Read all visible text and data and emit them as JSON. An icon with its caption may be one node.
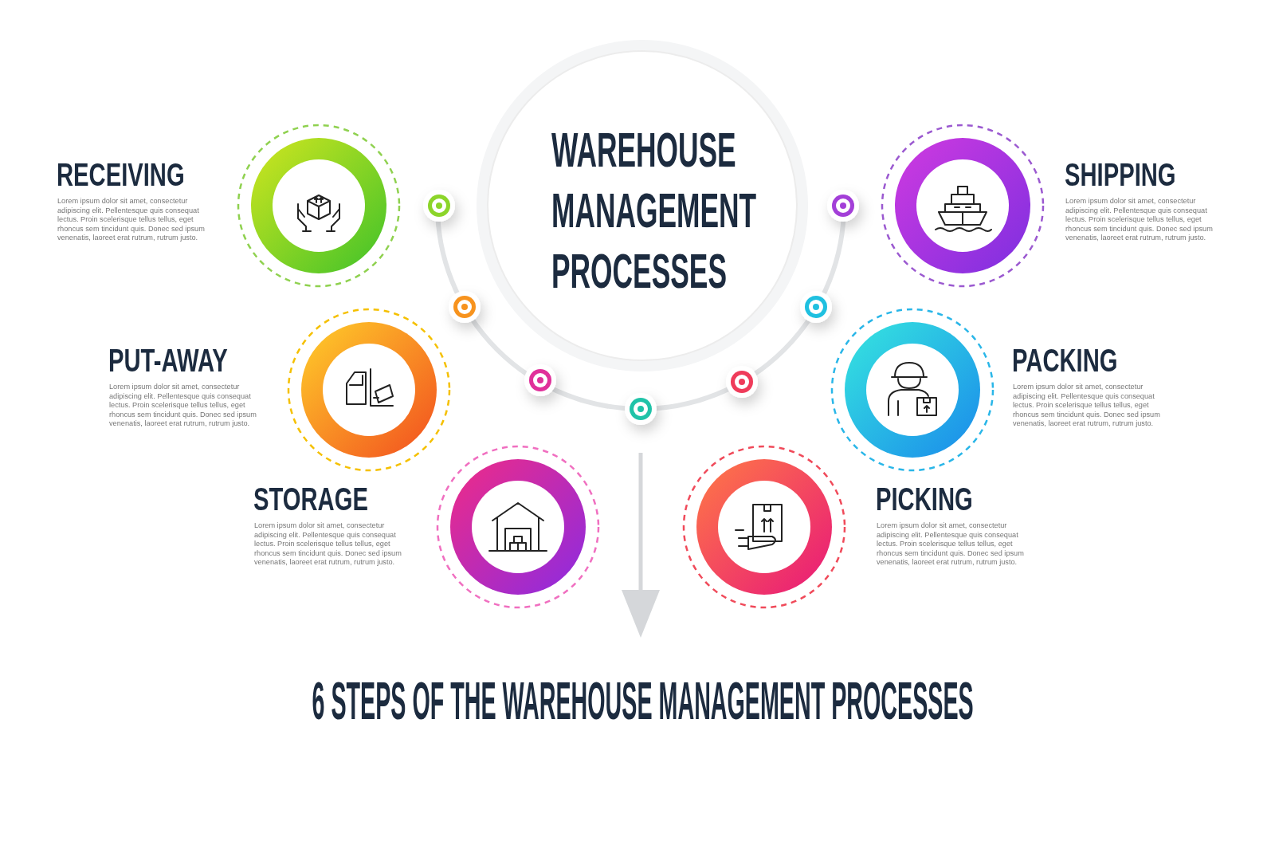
{
  "diagram": {
    "title": "6 STEPS OF THE WAREHOUSE MANAGEMENT PROCESSES",
    "nodes": [
      {
        "text": [
          "WAREHOUSE MANAGEMENT PROCESSES"
        ]
      },
      {
        "text": [
          "RECEIVING",
          "Lorem ipsum dolor sit amet, consectetur adipiscing elit. Pellentesque quis consequat lectus. Proin scelerisque tellus tellus, eget rhoncus sem tincidunt quis. Donec sed ipsum venenatis, laoreet erat rutrum, rutrum justo."
        ]
      },
      {
        "text": [
          "PUT-AWAY",
          "Lorem ipsum dolor sit amet, consectetur adipiscing elit. Pellentesque quis consequat lectus. Proin scelerisque tellus tellus, eget rhoncus sem tincidunt quis. Donec sed ipsum venenatis, laoreet erat rutrum, rutrum justo."
        ]
      },
      {
        "text": [
          "STORAGE",
          "Lorem ipsum dolor sit amet, consectetur adipiscing elit. Pellentesque quis consequat lectus. Proin scelerisque tellus tellus, eget rhoncus sem tincidunt quis. Donec sed ipsum venenatis, laoreet erat rutrum, rutrum justo."
        ]
      },
      {
        "text": [
          "PICKING",
          "Lorem ipsum dolor sit amet, consectetur adipiscing elit. Pellentesque quis consequat lectus. Proin scelerisque tellus tellus, eget rhoncus sem tincidunt quis. Donec sed ipsum venenatis, laoreet erat rutrum, rutrum justo."
        ]
      },
      {
        "text": [
          "PACKING",
          "Lorem ipsum dolor sit amet, consectetur adipiscing elit. Pellentesque quis consequat lectus. Proin scelerisque tellus tellus, eget rhoncus sem tincidunt quis. Donec sed ipsum venenatis, laoreet erat rutrum, rutrum justo."
        ]
      },
      {
        "text": [
          "SHIPPING",
          "Lorem ipsum dolor sit amet, consectetur adipiscing elit. Pellentesque quis consequat lectus. Proin scelerisque tellus tellus, eget rhoncus sem tincidunt quis. Donec sed ipsum venenatis, laoreet erat rutrum, rutrum justo."
        ]
      }
    ],
    "edges": []
  }
}
